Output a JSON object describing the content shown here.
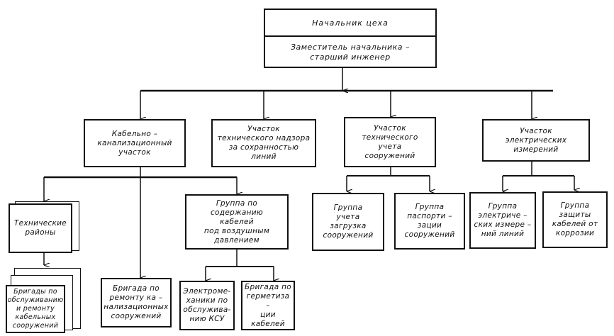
{
  "diagram": {
    "type": "org-chart",
    "head": {
      "title": "Начальник   цеха",
      "deputy": "Заместитель начальника –\nстарший инженер"
    },
    "sections": [
      {
        "label": "Кабельно –\nканализационный\nучасток"
      },
      {
        "label": "Участок\nтехнического надзора\nза сохранностью\nлиний"
      },
      {
        "label": "Участок\nтехнического\nучета\nсооружений"
      },
      {
        "label": "Участок\nэлектрических\nизмерений"
      }
    ],
    "cable_section_children": {
      "tech_districts": "Технические\nрайоны",
      "brigades_maintenance": "Бригады по\nобслуживанию\nи ремонту\nкабельных\nсооружений",
      "brigade_repair": "Бригада по\nремонту ка –\nнализационных\nсооружений",
      "air_pressure_group": "Группа по\nсодержанию\nкабелей\nпод воздушным\nдавлением",
      "electromechanics": "Электроме-\nханики по\nобслужива-\nнию КСУ",
      "sealing_brigade": "Бригада по\nгерметиза –\nции\nкабелей"
    },
    "accounting_section_children": [
      {
        "label": "Группа\nучета\nзагрузка\nсооружений"
      },
      {
        "label": "Группа\nпаспорти –\nзации\nсооружений"
      }
    ],
    "measurement_section_children": [
      {
        "label": "Группа\nэлектриче –\nских измере –\nний линий"
      },
      {
        "label": "Группа\nзащиты\nкабелей от\nкоррозии"
      }
    ]
  }
}
